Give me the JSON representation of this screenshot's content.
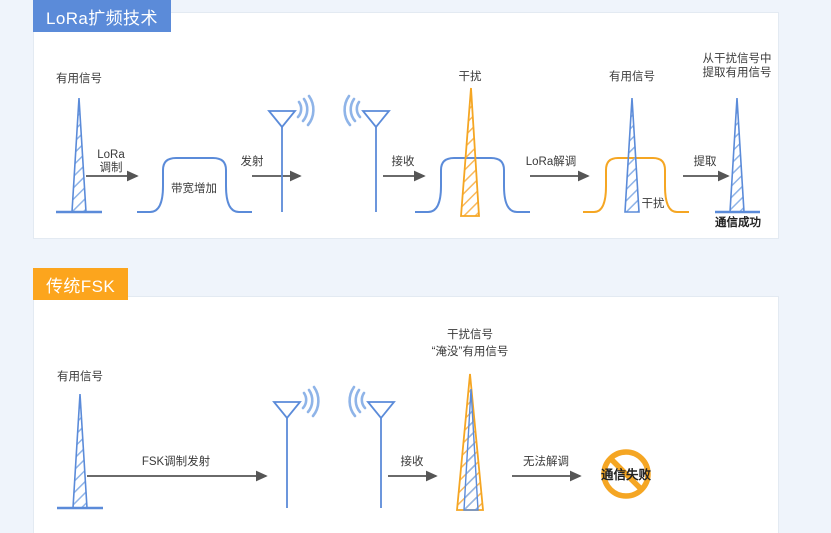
{
  "page": {
    "background": "#eff4fb",
    "panel_background": "#ffffff"
  },
  "colors": {
    "blue": "#5b8bd9",
    "blue_light": "#8fb4e8",
    "orange": "#f5a623",
    "orange_light": "#f9b95c",
    "arrow": "#555555",
    "text": "#3a3a3a",
    "header_blue": "#5b8bd9",
    "header_orange": "#fca51d"
  },
  "sections": [
    {
      "id": "lora",
      "title": "LoRa扩频技术",
      "header_color": "#5b8bd9",
      "labels": {
        "source_signal": "有用信号",
        "modulate": "LoRa\n调制",
        "modulate_line1": "LoRa",
        "modulate_line2": "调制",
        "bandwidth_increase": "带宽增加",
        "transmit": "发射",
        "receive": "接收",
        "interference": "干扰",
        "demodulate": "LoRa解调",
        "useful_signal": "有用信号",
        "interference_small": "干扰",
        "extract": "提取",
        "extract_title_line1": "从干扰信号中",
        "extract_title_line2": "提取有用信号",
        "success": "通信成功"
      }
    },
    {
      "id": "fsk",
      "title": "传统FSK",
      "header_color": "#fca51d",
      "labels": {
        "source_signal": "有用信号",
        "fsk_modulate_transmit": "FSK调制发射",
        "receive": "接收",
        "interference_title_line1": "干扰信号",
        "interference_title_line2": "“淹没”有用信号",
        "cannot_demodulate": "无法解调",
        "failure": "通信失败"
      }
    }
  ],
  "icons": {
    "antenna": "antenna-icon",
    "radio_waves": "radio-waves-icon",
    "spike_blue": "blue-signal-spike-icon",
    "spike_orange": "orange-interference-spike-icon",
    "bandwidth_curve": "bandwidth-curve-icon",
    "prohibition": "prohibition-icon",
    "arrow": "arrow-right-icon"
  }
}
